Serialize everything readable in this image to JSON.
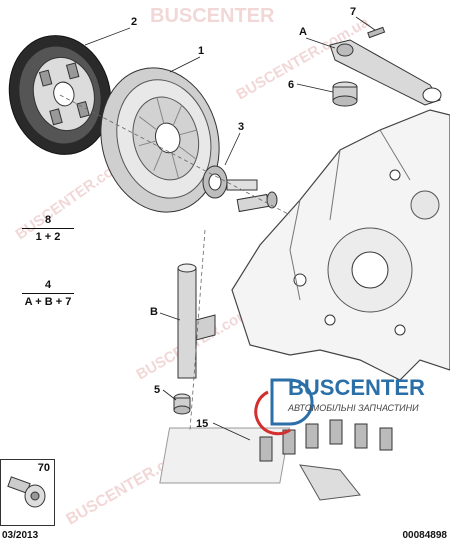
{
  "callouts": {
    "c1": "1",
    "c2": "2",
    "c3": "3",
    "c5": "5",
    "c6": "6",
    "c7": "7",
    "cA": "A",
    "cB": "B",
    "c15": "15"
  },
  "equations": [
    {
      "top": "8",
      "bottom": "1 + 2"
    },
    {
      "top": "4",
      "bottom": "A + B + 7"
    }
  ],
  "inset": {
    "number": "70"
  },
  "footer": {
    "date_code": "03/2013",
    "ref_code": "00084898"
  },
  "watermark": {
    "brand_name": "BUSCENTER",
    "brand_subtitle": "АВТОМОБІЛЬНІ ЗАПЧАСТИНИ",
    "text_a": "BUSCENTER",
    "text_b": "BUSCENTER.com.ua",
    "colors": {
      "watermark": "#e9b8b8",
      "brand_blue": "#2b6fa8",
      "brand_red": "#d32f2f"
    }
  }
}
